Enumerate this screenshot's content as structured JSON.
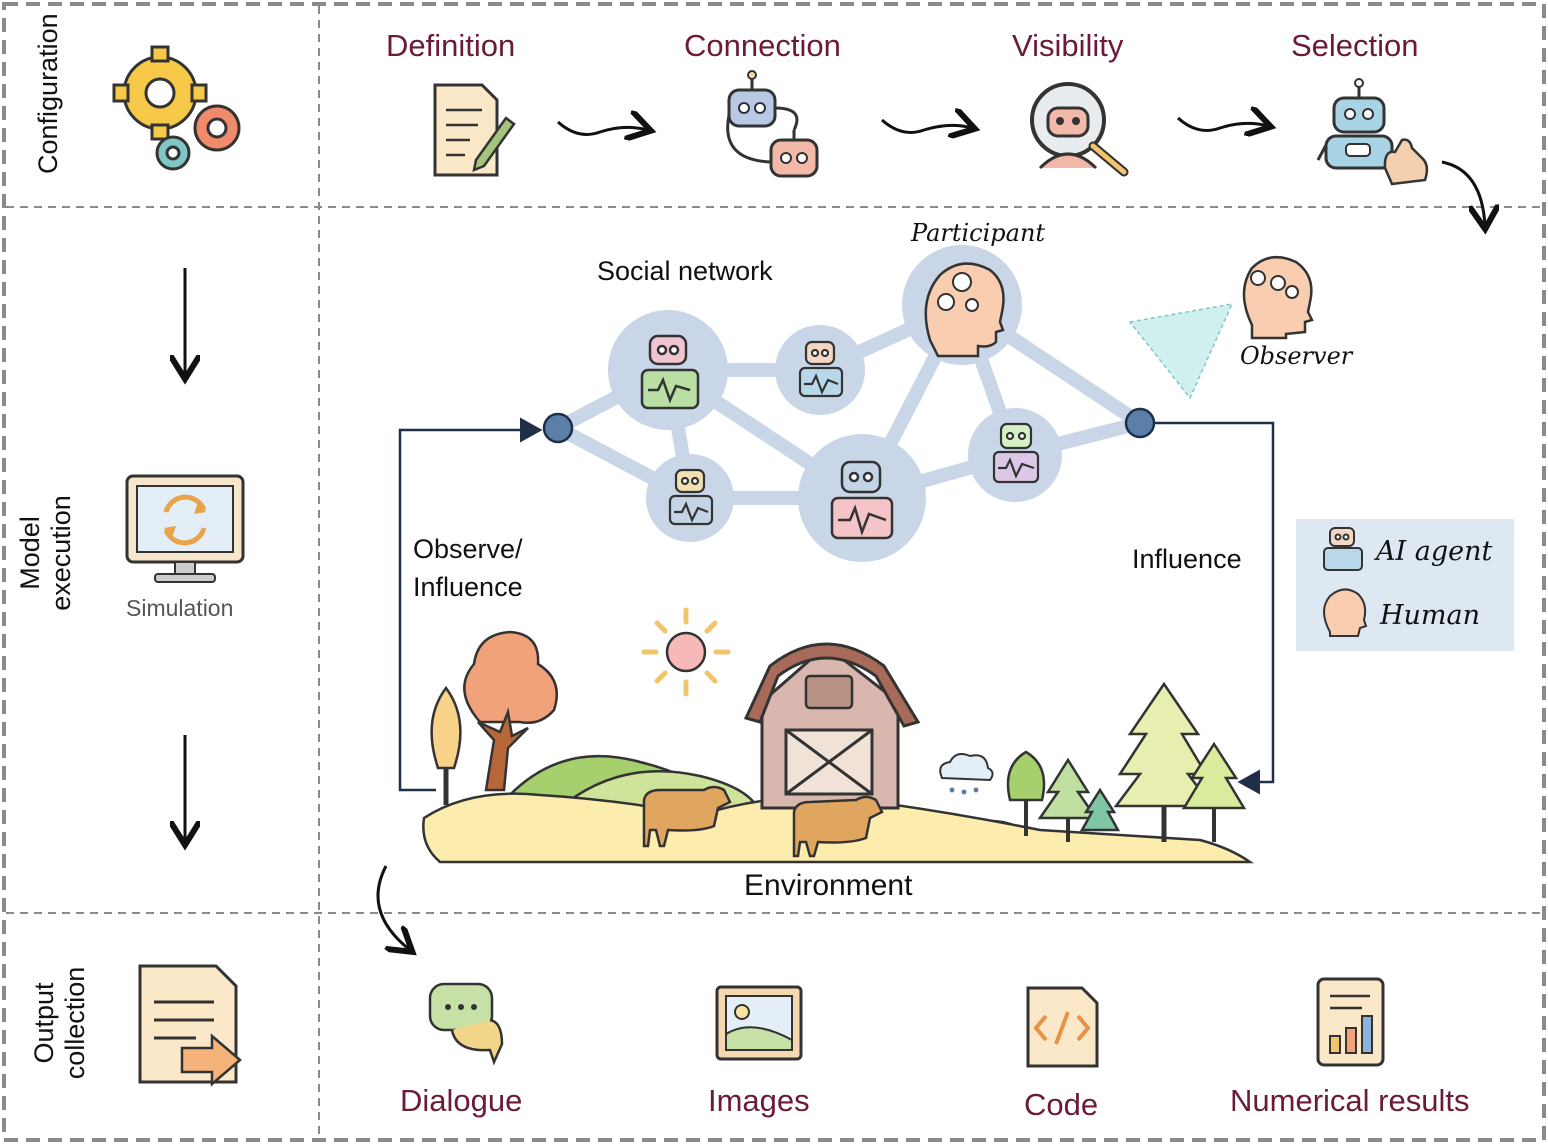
{
  "rows": {
    "configuration": "Configuration",
    "model_execution": [
      "Model",
      "execution"
    ],
    "output_collection": [
      "Output",
      "collection"
    ]
  },
  "configuration_steps": [
    "Definition",
    "Connection",
    "Visibility",
    "Selection"
  ],
  "execution": {
    "simulation_label": "Simulation",
    "social_network": "Social network",
    "participant": "Participant",
    "observer": "Observer",
    "observe_influence": [
      "Observe/",
      "Influence"
    ],
    "influence": "Influence",
    "environment": "Environment"
  },
  "legend": {
    "ai_agent": "AI agent",
    "human": "Human"
  },
  "outputs": [
    "Dialogue",
    "Images",
    "Code",
    "Numerical results"
  ],
  "colors": {
    "label_maroon": "#6b1a3a",
    "network_node": "#c9d6e8",
    "node_dot": "#5b7fa8",
    "legend_bg": "#dde8f2",
    "border_gray": "#888888"
  }
}
